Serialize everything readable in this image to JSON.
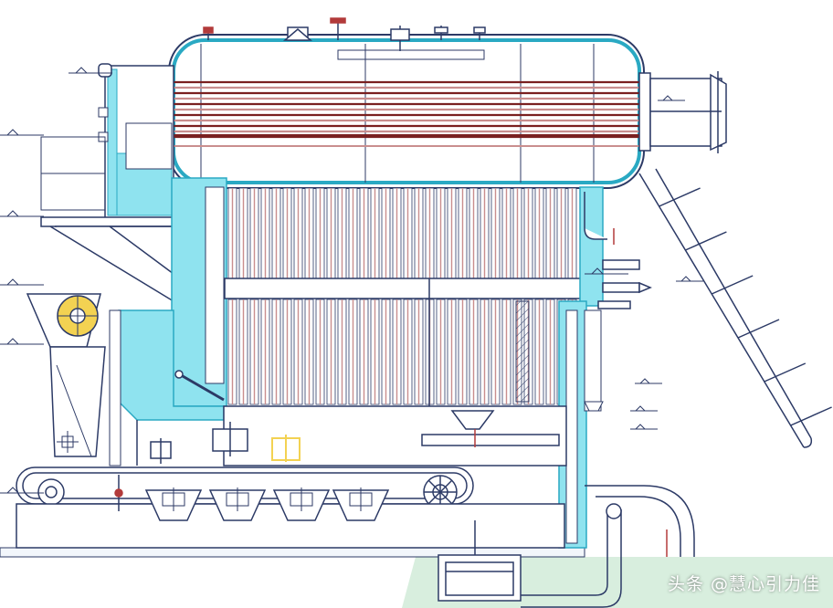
{
  "watermark": {
    "text": "头条 @慧心引力佳"
  },
  "colors": {
    "outline": "#2c3a66",
    "insulation": "#8fe3ef",
    "insulation_edge": "#2aa9c3",
    "tube_red": "#7a2020",
    "tube_pink": "#c98e8e",
    "leader_red": "#b23b3b",
    "burner_yellow": "#f3d252",
    "ground_green": "#d8eede"
  },
  "icons": [
    "drum",
    "fire-tube-bundle",
    "water-wall",
    "chain-grate",
    "stair-ladder",
    "chimney-outlet"
  ]
}
